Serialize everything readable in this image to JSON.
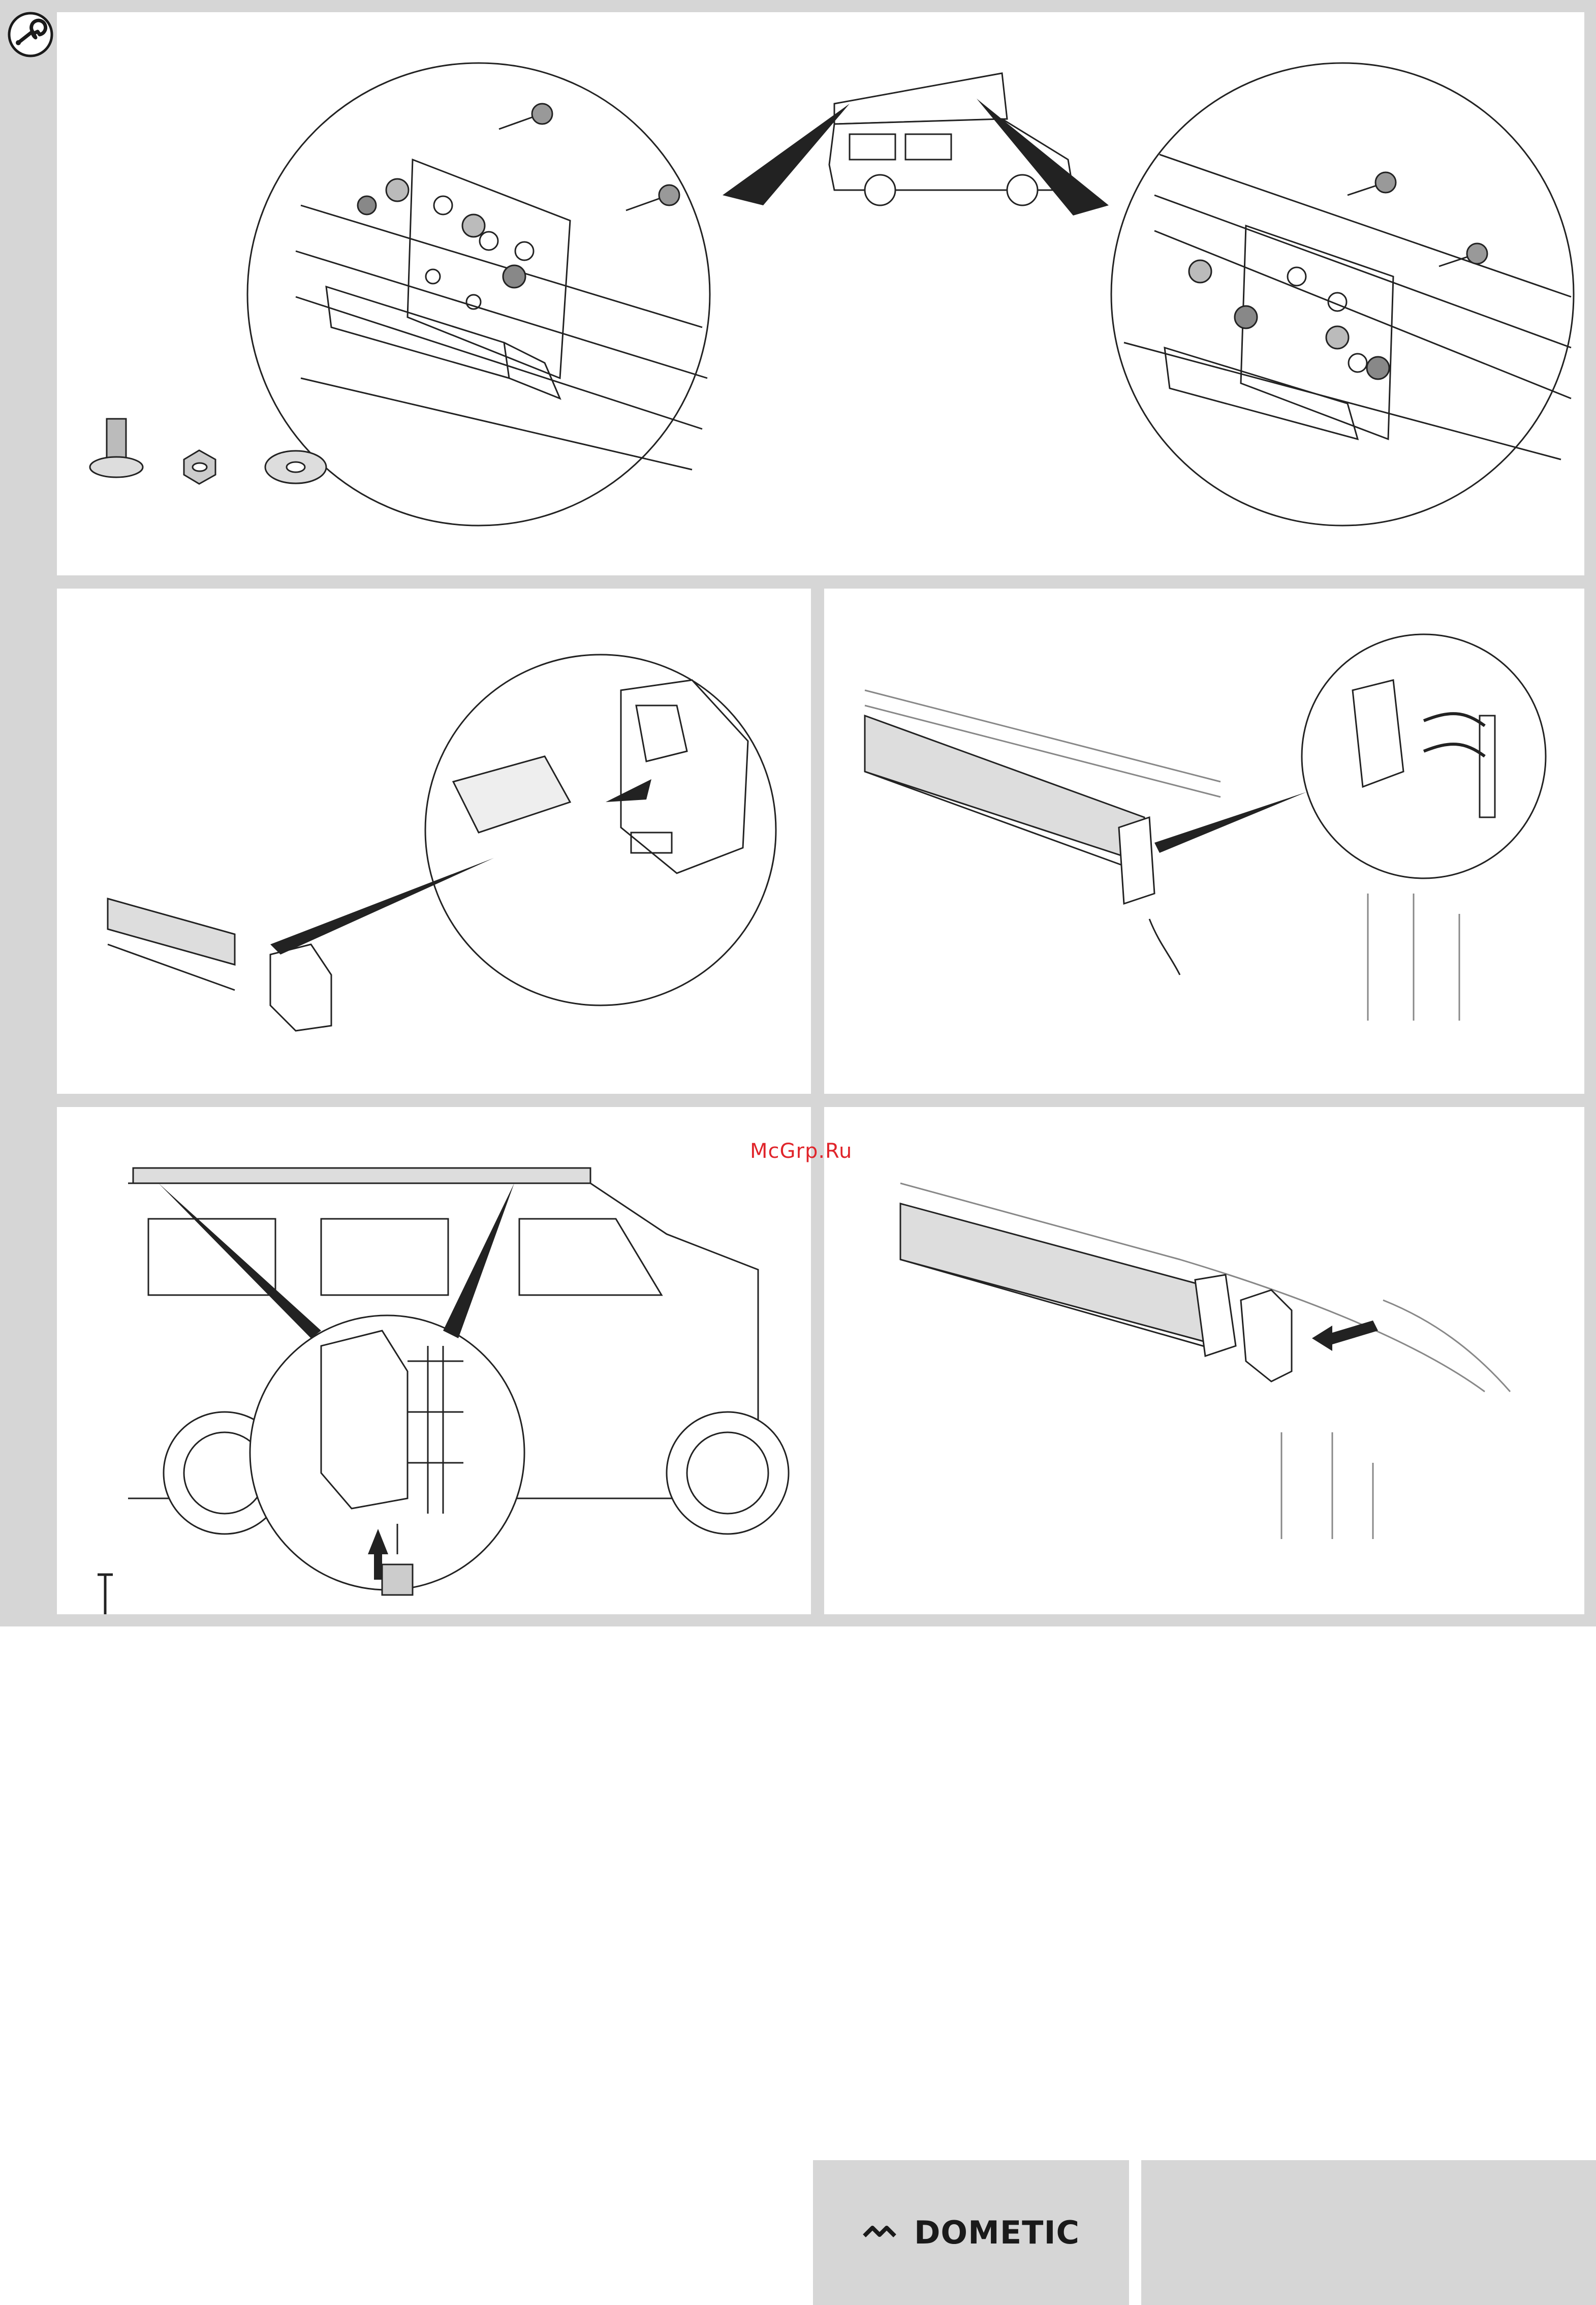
{
  "watermark": "McGrp.Ru",
  "footer": {
    "logo_text": "DOMETIC"
  },
  "icons": {
    "section_badge": "wrench-icon",
    "logo_mark": "dometic-chevron-icon"
  },
  "colors": {
    "frame_gray": "#d6d6d6",
    "watermark_red": "#e0242a",
    "line": "#222222"
  },
  "figures": [
    {
      "id": "fig1",
      "depicts": "bracket-mounting-with-bolt-nut-washer"
    },
    {
      "id": "fig2",
      "depicts": "end-cap-insertion-detail"
    },
    {
      "id": "fig3",
      "depicts": "awning-hooked-onto-bracket"
    },
    {
      "id": "fig4",
      "depicts": "awning-secured-with-screw-on-van"
    },
    {
      "id": "fig5",
      "depicts": "end-cap-fitted-to-awning"
    }
  ]
}
